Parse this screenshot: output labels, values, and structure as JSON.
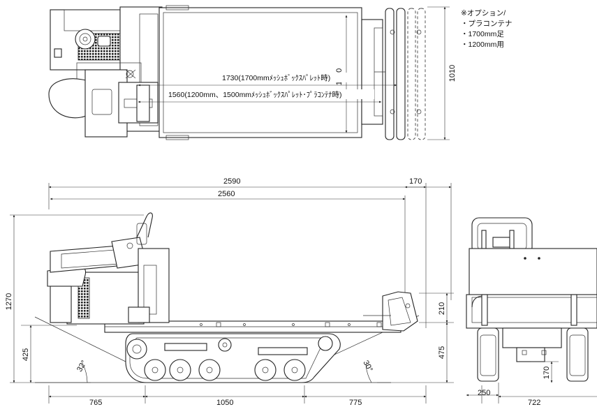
{
  "notes": {
    "line1": "※オプション/",
    "line2": "・プラコンテナ",
    "line3": "・1700mm足",
    "line4": "・1200mm用"
  },
  "top_view": {
    "length_1730": "1730(1700mmﾒｯｼｭﾎﾞｯｸｽﾊﾟﾚｯﾄ時)",
    "length_1560": "1560(1200mm、1500mmﾒｯｼｭﾎﾞｯｸｽﾊﾟﾚｯﾄ･ﾌﾟﾗｺﾝﾃﾅ時)",
    "width_1000": "1000",
    "width_1010": "1010"
  },
  "side_view": {
    "overall_2590": "2590",
    "rear_170": "170",
    "bed_2560": "2560",
    "height_1270": "1270",
    "height_425": "425",
    "height_210": "210",
    "height_475": "475",
    "angle_32": "32°",
    "angle_30": "30°",
    "seg_765": "765",
    "seg_1050": "1050",
    "seg_775": "775"
  },
  "rear_view": {
    "dim_170": "170",
    "dim_250": "250",
    "dim_722": "722"
  }
}
